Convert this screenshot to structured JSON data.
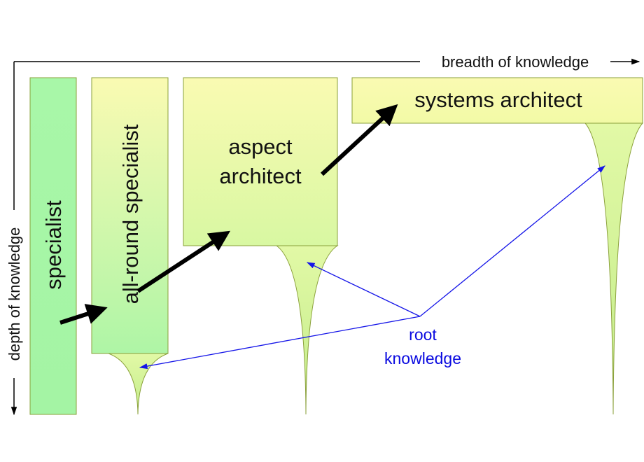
{
  "axes": {
    "breadth_label": "breadth of knowledge",
    "depth_label": "depth of knowledge"
  },
  "roles": {
    "specialist": "specialist",
    "all_round_specialist": "all-round specialist",
    "aspect_architect_line1": "aspect",
    "aspect_architect_line2": "architect",
    "systems_architect": "systems architect"
  },
  "annotation": {
    "root_line1": "root",
    "root_line2": "knowledge"
  },
  "colors": {
    "green_light": "#d4f7a0",
    "green_bright": "#a8f7a8",
    "yellow_light": "#fafab0",
    "outline": "#8aa03a",
    "arrow_black": "#000000",
    "arrow_blue": "#1515e8",
    "text_blue": "#0a0ae0"
  }
}
